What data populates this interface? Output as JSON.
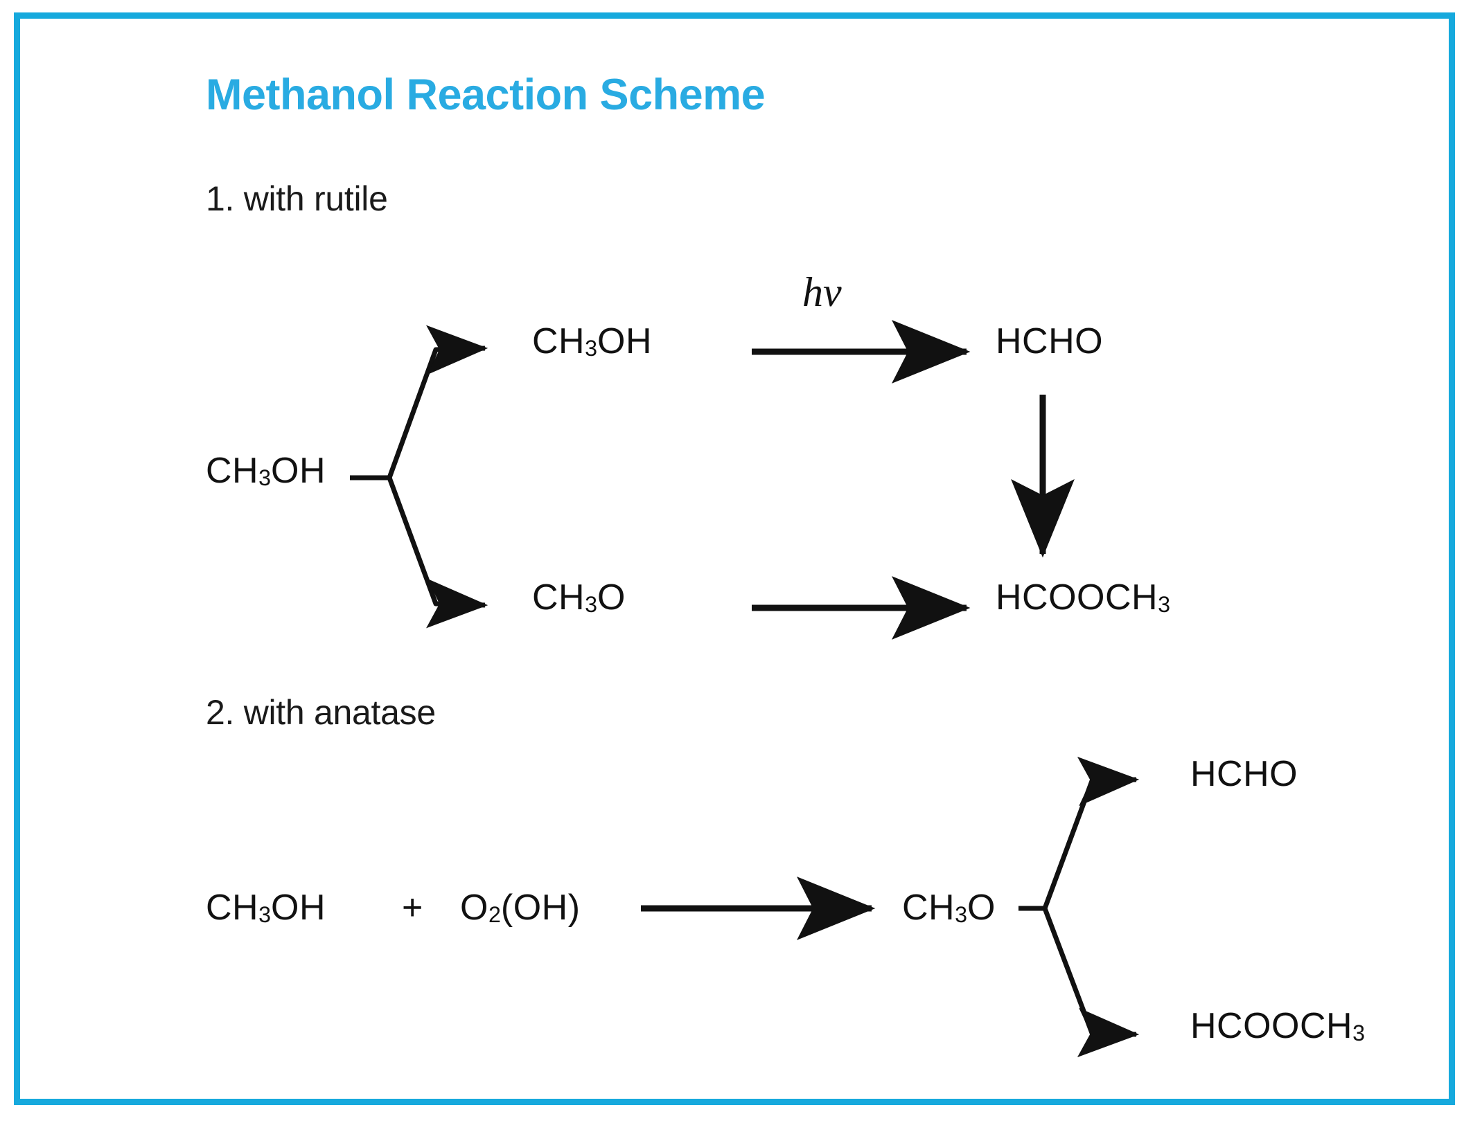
{
  "figure": {
    "title": "Methanol Reaction Scheme",
    "title_color": "#29ABE2",
    "frame_color": "#16A9DD",
    "background": "#ffffff",
    "ink_color": "#111111"
  },
  "schemes": [
    {
      "id": "scheme-1",
      "heading": "1. with rutile",
      "reactant": "CH",
      "reactant_sub": "3",
      "reactant_tail": "OH",
      "species": {
        "source": {
          "main": "CH",
          "sub": "3",
          "tail": "OH"
        },
        "branch_top": {
          "main": "CH",
          "sub": "3",
          "tail": "OH"
        },
        "branch_bottom": {
          "main": "CH",
          "sub": "3",
          "tail": "O"
        },
        "product_top": {
          "main": "HCHO",
          "sub": "",
          "tail": ""
        },
        "product_bottom": {
          "main": "HCOOCH",
          "sub": "3",
          "tail": ""
        }
      },
      "arrow_labels": {
        "photolysis": "hv"
      }
    },
    {
      "id": "scheme-2",
      "heading": "2. with anatase",
      "species": {
        "reactant_a": {
          "main": "CH",
          "sub": "3",
          "tail": "OH"
        },
        "operator": "+",
        "reactant_b": {
          "main": "O",
          "sub": "2",
          "tail": "(OH)"
        },
        "intermediate": {
          "main": "CH",
          "sub": "3",
          "tail": "O"
        },
        "product_top": {
          "main": "HCHO",
          "sub": "",
          "tail": ""
        },
        "product_bottom": {
          "main": "HCOOCH",
          "sub": "3",
          "tail": ""
        }
      }
    }
  ],
  "chart_data": {
    "type": "diagram",
    "title": "Methanol Reaction Scheme",
    "subdiagrams": [
      {
        "label": "1. with rutile",
        "nodes": [
          "CH3OH",
          "CH3OH",
          "CH3O",
          "HCHO",
          "HCOOCH3"
        ],
        "edges": [
          {
            "from": "CH3OH",
            "to": "CH3OH",
            "label": "",
            "style": "branch-up"
          },
          {
            "from": "CH3OH",
            "to": "CH3O",
            "label": "",
            "style": "branch-down"
          },
          {
            "from": "CH3OH",
            "to": "HCHO",
            "label": "hv",
            "style": "straight"
          },
          {
            "from": "CH3O",
            "to": "HCOOCH3",
            "label": "",
            "style": "straight"
          },
          {
            "from": "HCHO",
            "to": "HCOOCH3",
            "label": "",
            "style": "vertical"
          }
        ]
      },
      {
        "label": "2. with anatase",
        "nodes": [
          "CH3OH",
          "O2(OH)",
          "CH3O",
          "HCHO",
          "HCOOCH3"
        ],
        "edges": [
          {
            "from": "CH3OH + O2(OH)",
            "to": "CH3O",
            "label": "",
            "style": "straight"
          },
          {
            "from": "CH3O",
            "to": "HCHO",
            "label": "",
            "style": "branch-up"
          },
          {
            "from": "CH3O",
            "to": "HCOOCH3",
            "label": "",
            "style": "branch-down"
          }
        ]
      }
    ]
  }
}
